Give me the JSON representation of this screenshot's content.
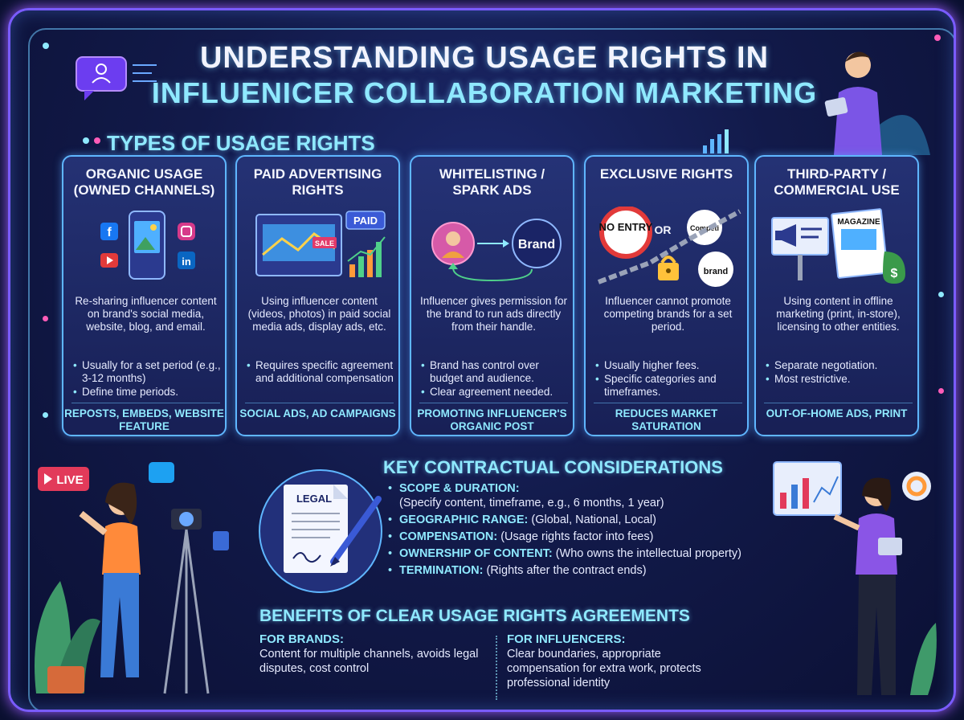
{
  "title": {
    "line1": "UNDERSTANDING USAGE RIGHTS IN",
    "line2": "INFLUENICER COLLABORATION MARKETING"
  },
  "types_section": {
    "heading": "TYPES OF USAGE RIGHTS",
    "cards": [
      {
        "title": "ORGANIC USAGE (OWNED CHANNELS)",
        "description": "Re-sharing influencer content on brand's social media, website, blog, and email.",
        "bullets": [
          "Usually for a set period (e.g., 3-12 months)",
          "Define time periods."
        ],
        "footer": "REPOSTS, EMBEDS, WEBSITE FEATURE"
      },
      {
        "title": "PAID ADVERTISING RIGHTS",
        "badge": "PAID",
        "ad_label": "SALE",
        "description": "Using influencer content (videos, photos) in paid social media ads, display ads, etc.",
        "bullets": [
          "Requires specific agreement and additional compensation"
        ],
        "footer": "SOCIAL ADS, AD CAMPAIGNS"
      },
      {
        "title": "WHITELISTING / SPARK ADS",
        "brand_label": "Brand",
        "description": "Influencer gives permission for the brand to run ads directly from their handle.",
        "bullets": [
          "Brand has control over budget and audience.",
          "Clear agreement needed."
        ],
        "footer": "PROMOTING INFLUENCER'S ORGANIC POST"
      },
      {
        "title": "EXCLUSIVE RIGHTS",
        "sign_text": "NO ENTRY",
        "or_text": "OR",
        "competitor_text": "Competi",
        "brand_text": "brand",
        "description": "Influencer cannot promote competing brands for a set period.",
        "bullets": [
          "Usually higher fees.",
          "Specific categories and timeframes."
        ],
        "footer": "REDUCES MARKET SATURATION"
      },
      {
        "title": "THIRD-PARTY / COMMERCIAL USE",
        "magazine_text": "MAGAZINE",
        "description": "Using content in offline marketing (print, in-store), licensing to other entities.",
        "bullets": [
          "Separate negotiation.",
          "Most restrictive."
        ],
        "footer": "OUT-OF-HOME ADS, PRINT"
      }
    ]
  },
  "key_section": {
    "heading": "KEY CONTRACTUAL CONSIDERATIONS",
    "document_label": "LEGAL",
    "items": [
      {
        "label": "SCOPE & DURATION:",
        "text": "(Specify content, timeframe, e.g., 6 months, 1 year)"
      },
      {
        "label": "GEOGRAPHIC RANGE:",
        "text": "(Global, National, Local)"
      },
      {
        "label": "COMPENSATION:",
        "text": "(Usage rights factor into fees)"
      },
      {
        "label": "OWNERSHIP OF CONTENT:",
        "text": "(Who owns the intellectual property)"
      },
      {
        "label": "TERMINATION:",
        "text": "(Rights after the contract ends)"
      }
    ]
  },
  "benefits_section": {
    "heading": "BENEFITS OF CLEAR USAGE RIGHTS AGREEMENTS",
    "brands": {
      "head": "FOR BRANDS:",
      "text": "Content for multiple channels, avoids legal disputes, cost control"
    },
    "influencers": {
      "head": "FOR INFLUENCERS:",
      "text": "Clear boundaries, appropriate compensation for extra work, protects professional identity"
    }
  },
  "decor": {
    "live_badge": "LIVE"
  },
  "colors": {
    "accent_cyan": "#8fe9ff",
    "frame_purple": "#7a5cff",
    "card_border": "#5fb6ff",
    "background": "#121a4a"
  }
}
